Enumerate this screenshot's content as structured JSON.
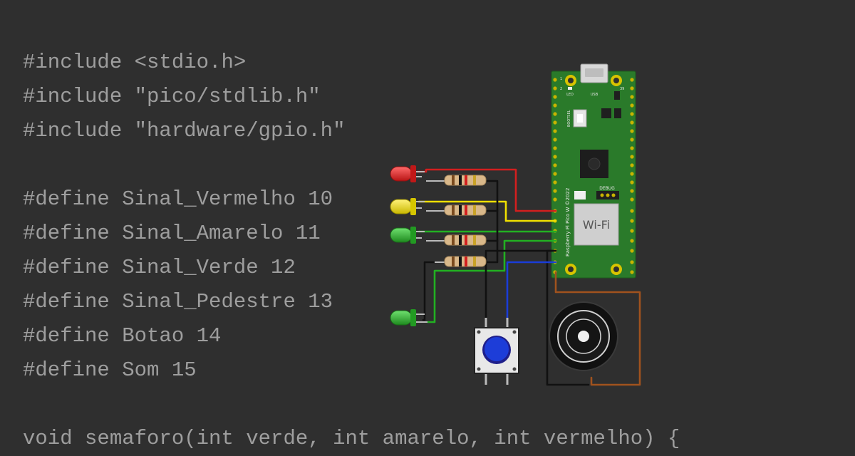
{
  "code": {
    "lines": [
      "#include <stdio.h>",
      "#include \"pico/stdlib.h\"",
      "#include \"hardware/gpio.h\"",
      "",
      "#define Sinal_Vermelho 10",
      "#define Sinal_Amarelo 11",
      "#define Sinal_Verde 12",
      "#define Sinal_Pedestre 13",
      "#define Botao 14",
      "#define Som 15",
      "",
      "void semaforo(int verde, int amarelo, int vermelho) {"
    ]
  },
  "board": {
    "wifi_label": "Wi-Fi",
    "debug_label": "DEBUG",
    "model_label": "Raspberry Pi Pico W ©2022",
    "led_label": "LED",
    "usb_label": "USB",
    "bootsel_label": "BOOTSEL",
    "pin1_label": "1",
    "pin2_label": "2",
    "pin39_label": "39"
  },
  "colors": {
    "background": "#2f2f2f",
    "code_text": "#9e9e9e",
    "board_green": "#2a7a2a",
    "wire_red": "#d21f1f",
    "wire_yellow": "#f0e000",
    "wire_green": "#22b022",
    "wire_black": "#111111",
    "wire_blue": "#1a3dd8",
    "wire_brown": "#a0521e"
  }
}
